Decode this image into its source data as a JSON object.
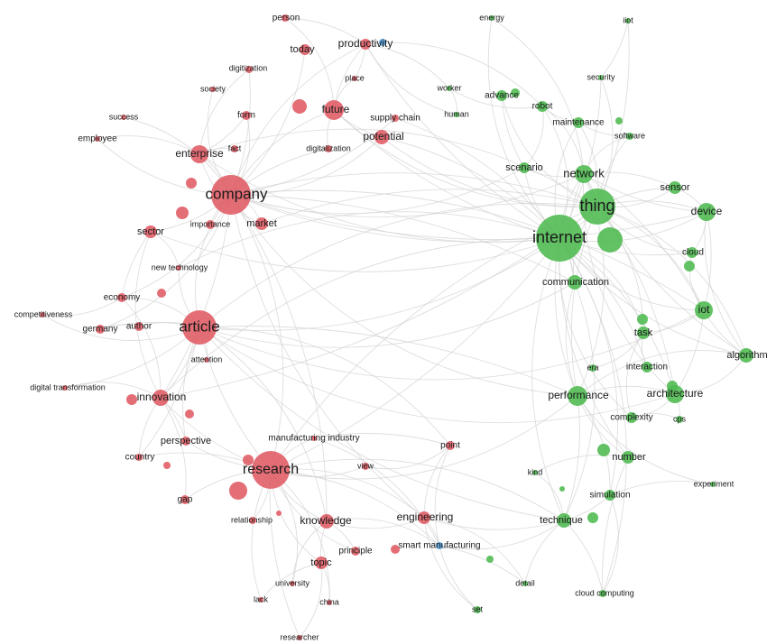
{
  "palette": {
    "cluster1": "#e05a63",
    "cluster2": "#4cba4f",
    "cluster3": "#4f9bd9",
    "edge": "#d3d3d3"
  },
  "nodes": [
    {
      "id": "company",
      "label": "company",
      "cluster": "cluster1",
      "weight": 10
    },
    {
      "id": "article",
      "label": "article",
      "cluster": "cluster1",
      "weight": 8
    },
    {
      "id": "research",
      "label": "research",
      "cluster": "cluster1",
      "weight": 8
    },
    {
      "id": "innovation",
      "label": "innovation",
      "cluster": "cluster1",
      "weight": 4
    },
    {
      "id": "enterprise",
      "label": "enterprise",
      "cluster": "cluster1",
      "weight": 4
    },
    {
      "id": "future",
      "label": "future",
      "cluster": "cluster1",
      "weight": 4
    },
    {
      "id": "potential",
      "label": "potential",
      "cluster": "cluster1",
      "weight": 3
    },
    {
      "id": "knowledge",
      "label": "knowledge",
      "cluster": "cluster1",
      "weight": 3
    },
    {
      "id": "engineering",
      "label": "engineering",
      "cluster": "cluster1",
      "weight": 3
    },
    {
      "id": "productivity",
      "label": "productivity",
      "cluster": "cluster1",
      "weight": 2
    },
    {
      "id": "today",
      "label": "today",
      "cluster": "cluster1",
      "weight": 2
    },
    {
      "id": "person",
      "label": "person",
      "cluster": "cluster1",
      "weight": 1
    },
    {
      "id": "digitization",
      "label": "digitization",
      "cluster": "cluster1",
      "weight": 1
    },
    {
      "id": "society",
      "label": "society",
      "cluster": "cluster1",
      "weight": 1
    },
    {
      "id": "place",
      "label": "place",
      "cluster": "cluster1",
      "weight": 1
    },
    {
      "id": "form",
      "label": "form",
      "cluster": "cluster1",
      "weight": 2
    },
    {
      "id": "success",
      "label": "success",
      "cluster": "cluster1",
      "weight": 1
    },
    {
      "id": "employee",
      "label": "employee",
      "cluster": "cluster1",
      "weight": 1
    },
    {
      "id": "fact",
      "label": "fact",
      "cluster": "cluster1",
      "weight": 1
    },
    {
      "id": "supply_chain",
      "label": "supply chain",
      "cluster": "cluster1",
      "weight": 1
    },
    {
      "id": "digitalization",
      "label": "digitalization",
      "cluster": "cluster1",
      "weight": 1
    },
    {
      "id": "importance",
      "label": "importance",
      "cluster": "cluster1",
      "weight": 2
    },
    {
      "id": "market",
      "label": "market",
      "cluster": "cluster1",
      "weight": 2
    },
    {
      "id": "sector",
      "label": "sector",
      "cluster": "cluster1",
      "weight": 2
    },
    {
      "id": "new_technology",
      "label": "new technology",
      "cluster": "cluster1",
      "weight": 1
    },
    {
      "id": "economy",
      "label": "economy",
      "cluster": "cluster1",
      "weight": 2
    },
    {
      "id": "competitiveness",
      "label": "competitiveness",
      "cluster": "cluster1",
      "weight": 1
    },
    {
      "id": "germany",
      "label": "germany",
      "cluster": "cluster1",
      "weight": 2
    },
    {
      "id": "author",
      "label": "author",
      "cluster": "cluster1",
      "weight": 2
    },
    {
      "id": "attention",
      "label": "attention",
      "cluster": "cluster1",
      "weight": 1
    },
    {
      "id": "digital_transformation",
      "label": "digital transformation",
      "cluster": "cluster1",
      "weight": 1
    },
    {
      "id": "perspective",
      "label": "perspective",
      "cluster": "cluster1",
      "weight": 2
    },
    {
      "id": "country",
      "label": "country",
      "cluster": "cluster1",
      "weight": 1
    },
    {
      "id": "manufacturing_industry",
      "label": "manufacturing industry",
      "cluster": "cluster1",
      "weight": 1
    },
    {
      "id": "point",
      "label": "point",
      "cluster": "cluster1",
      "weight": 1
    },
    {
      "id": "view",
      "label": "view",
      "cluster": "cluster1",
      "weight": 1
    },
    {
      "id": "gap",
      "label": "gap",
      "cluster": "cluster1",
      "weight": 2
    },
    {
      "id": "relationship",
      "label": "relationship",
      "cluster": "cluster1",
      "weight": 1
    },
    {
      "id": "principle",
      "label": "principle",
      "cluster": "cluster1",
      "weight": 2
    },
    {
      "id": "topic",
      "label": "topic",
      "cluster": "cluster1",
      "weight": 2
    },
    {
      "id": "university",
      "label": "university",
      "cluster": "cluster1",
      "weight": 1
    },
    {
      "id": "lack",
      "label": "lack",
      "cluster": "cluster1",
      "weight": 1
    },
    {
      "id": "china",
      "label": "china",
      "cluster": "cluster1",
      "weight": 1
    },
    {
      "id": "researcher",
      "label": "researcher",
      "cluster": "cluster1",
      "weight": 1
    },
    {
      "id": "internet",
      "label": "internet",
      "cluster": "cluster2",
      "weight": 10
    },
    {
      "id": "thing",
      "label": "thing",
      "cluster": "cluster2",
      "weight": 9
    },
    {
      "id": "network",
      "label": "network",
      "cluster": "cluster2",
      "weight": 4
    },
    {
      "id": "device",
      "label": "device",
      "cluster": "cluster2",
      "weight": 3
    },
    {
      "id": "sensor",
      "label": "sensor",
      "cluster": "cluster2",
      "weight": 2
    },
    {
      "id": "iot",
      "label": "iot",
      "cluster": "cluster2",
      "weight": 3
    },
    {
      "id": "communication",
      "label": "communication",
      "cluster": "cluster2",
      "weight": 3
    },
    {
      "id": "performance",
      "label": "performance",
      "cluster": "cluster2",
      "weight": 4
    },
    {
      "id": "architecture",
      "label": "architecture",
      "cluster": "cluster2",
      "weight": 4
    },
    {
      "id": "technique",
      "label": "technique",
      "cluster": "cluster2",
      "weight": 3
    },
    {
      "id": "algorithm",
      "label": "algorithm",
      "cluster": "cluster2",
      "weight": 2
    },
    {
      "id": "task",
      "label": "task",
      "cluster": "cluster2",
      "weight": 2
    },
    {
      "id": "cloud",
      "label": "cloud",
      "cluster": "cluster2",
      "weight": 2
    },
    {
      "id": "scenario",
      "label": "scenario",
      "cluster": "cluster2",
      "weight": 2
    },
    {
      "id": "maintenance",
      "label": "maintenance",
      "cluster": "cluster2",
      "weight": 2
    },
    {
      "id": "robot",
      "label": "robot",
      "cluster": "cluster2",
      "weight": 2
    },
    {
      "id": "advance",
      "label": "advance",
      "cluster": "cluster2",
      "weight": 2
    },
    {
      "id": "worker",
      "label": "worker",
      "cluster": "cluster2",
      "weight": 1
    },
    {
      "id": "human",
      "label": "human",
      "cluster": "cluster2",
      "weight": 1
    },
    {
      "id": "energy",
      "label": "energy",
      "cluster": "cluster2",
      "weight": 1
    },
    {
      "id": "iiot",
      "label": "iiot",
      "cluster": "cluster2",
      "weight": 1
    },
    {
      "id": "security",
      "label": "security",
      "cluster": "cluster2",
      "weight": 1
    },
    {
      "id": "software",
      "label": "software",
      "cluster": "cluster2",
      "weight": 1
    },
    {
      "id": "interaction",
      "label": "interaction",
      "cluster": "cluster2",
      "weight": 2
    },
    {
      "id": "era",
      "label": "era",
      "cluster": "cluster2",
      "weight": 1
    },
    {
      "id": "complexity",
      "label": "complexity",
      "cluster": "cluster2",
      "weight": 2
    },
    {
      "id": "cps",
      "label": "cps",
      "cluster": "cluster2",
      "weight": 1
    },
    {
      "id": "number",
      "label": "number",
      "cluster": "cluster2",
      "weight": 2
    },
    {
      "id": "kind",
      "label": "kind",
      "cluster": "cluster2",
      "weight": 1
    },
    {
      "id": "simulation",
      "label": "simulation",
      "cluster": "cluster2",
      "weight": 2
    },
    {
      "id": "experiment",
      "label": "experiment",
      "cluster": "cluster2",
      "weight": 1
    },
    {
      "id": "cloud_computing",
      "label": "cloud computing",
      "cluster": "cluster2",
      "weight": 1
    },
    {
      "id": "detail",
      "label": "detail",
      "cluster": "cluster2",
      "weight": 1
    },
    {
      "id": "set",
      "label": "set",
      "cluster": "cluster2",
      "weight": 1
    },
    {
      "id": "smart_manufacturing",
      "label": "smart manufacturing",
      "cluster": "cluster3",
      "weight": 1
    }
  ],
  "edges": [
    [
      "company",
      "internet"
    ],
    [
      "company",
      "thing"
    ],
    [
      "company",
      "network"
    ],
    [
      "company",
      "research"
    ],
    [
      "company",
      "article"
    ],
    [
      "company",
      "innovation"
    ],
    [
      "company",
      "enterprise"
    ],
    [
      "company",
      "future"
    ],
    [
      "company",
      "potential"
    ],
    [
      "company",
      "market"
    ],
    [
      "company",
      "importance"
    ],
    [
      "company",
      "sector"
    ],
    [
      "company",
      "today"
    ],
    [
      "company",
      "productivity"
    ],
    [
      "company",
      "form"
    ],
    [
      "company",
      "digitalization"
    ],
    [
      "company",
      "supply_chain"
    ],
    [
      "company",
      "employee"
    ],
    [
      "company",
      "success"
    ],
    [
      "company",
      "society"
    ],
    [
      "company",
      "digitization"
    ],
    [
      "company",
      "knowledge"
    ],
    [
      "company",
      "engineering"
    ],
    [
      "company",
      "economy"
    ],
    [
      "company",
      "performance"
    ],
    [
      "company",
      "communication"
    ],
    [
      "company",
      "device"
    ],
    [
      "company",
      "iot"
    ],
    [
      "company",
      "scenario"
    ],
    [
      "company",
      "germany"
    ],
    [
      "article",
      "research"
    ],
    [
      "article",
      "innovation"
    ],
    [
      "article",
      "internet"
    ],
    [
      "article",
      "thing"
    ],
    [
      "article",
      "architecture"
    ],
    [
      "article",
      "performance"
    ],
    [
      "article",
      "author"
    ],
    [
      "article",
      "attention"
    ],
    [
      "article",
      "economy"
    ],
    [
      "article",
      "competitiveness"
    ],
    [
      "article",
      "germany"
    ],
    [
      "article",
      "digital_transformation"
    ],
    [
      "article",
      "technique"
    ],
    [
      "article",
      "knowledge"
    ],
    [
      "article",
      "iot"
    ],
    [
      "article",
      "country"
    ],
    [
      "article",
      "perspective"
    ],
    [
      "article",
      "new_technology"
    ],
    [
      "article",
      "communication"
    ],
    [
      "article",
      "point"
    ],
    [
      "research",
      "internet"
    ],
    [
      "research",
      "thing"
    ],
    [
      "research",
      "knowledge"
    ],
    [
      "research",
      "engineering"
    ],
    [
      "research",
      "topic"
    ],
    [
      "research",
      "perspective"
    ],
    [
      "research",
      "gap"
    ],
    [
      "research",
      "relationship"
    ],
    [
      "research",
      "principle"
    ],
    [
      "research",
      "university"
    ],
    [
      "research",
      "researcher"
    ],
    [
      "research",
      "manufacturing_industry"
    ],
    [
      "research",
      "view"
    ],
    [
      "research",
      "technique"
    ],
    [
      "research",
      "performance"
    ],
    [
      "research",
      "innovation"
    ],
    [
      "research",
      "country"
    ],
    [
      "research",
      "smart_manufacturing"
    ],
    [
      "research",
      "lack"
    ],
    [
      "research",
      "china"
    ],
    [
      "internet",
      "thing"
    ],
    [
      "internet",
      "network"
    ],
    [
      "internet",
      "device"
    ],
    [
      "internet",
      "sensor"
    ],
    [
      "internet",
      "iot"
    ],
    [
      "internet",
      "communication"
    ],
    [
      "internet",
      "performance"
    ],
    [
      "internet",
      "architecture"
    ],
    [
      "internet",
      "technique"
    ],
    [
      "internet",
      "task"
    ],
    [
      "internet",
      "cloud"
    ],
    [
      "internet",
      "scenario"
    ],
    [
      "internet",
      "algorithm"
    ],
    [
      "internet",
      "maintenance"
    ],
    [
      "internet",
      "robot"
    ],
    [
      "internet",
      "future"
    ],
    [
      "internet",
      "potential"
    ],
    [
      "internet",
      "enterprise"
    ],
    [
      "internet",
      "innovation"
    ],
    [
      "internet",
      "energy"
    ],
    [
      "internet",
      "security"
    ],
    [
      "internet",
      "interaction"
    ],
    [
      "internet",
      "number"
    ],
    [
      "internet",
      "simulation"
    ],
    [
      "internet",
      "complexity"
    ],
    [
      "internet",
      "productivity"
    ],
    [
      "internet",
      "supply_chain"
    ],
    [
      "internet",
      "sector"
    ],
    [
      "internet",
      "new_technology"
    ],
    [
      "internet",
      "cloud_computing"
    ],
    [
      "thing",
      "network"
    ],
    [
      "thing",
      "device"
    ],
    [
      "thing",
      "sensor"
    ],
    [
      "thing",
      "iot"
    ],
    [
      "thing",
      "communication"
    ],
    [
      "thing",
      "architecture"
    ],
    [
      "thing",
      "performance"
    ],
    [
      "thing",
      "task"
    ],
    [
      "thing",
      "cloud"
    ],
    [
      "thing",
      "algorithm"
    ],
    [
      "thing",
      "iiot"
    ],
    [
      "thing",
      "software"
    ],
    [
      "thing",
      "maintenance"
    ],
    [
      "thing",
      "future"
    ],
    [
      "thing",
      "enterprise"
    ],
    [
      "thing",
      "innovation"
    ],
    [
      "thing",
      "market"
    ],
    [
      "thing",
      "potential"
    ],
    [
      "thing",
      "security"
    ],
    [
      "thing",
      "advance"
    ],
    [
      "network",
      "device"
    ],
    [
      "network",
      "sensor"
    ],
    [
      "network",
      "communication"
    ],
    [
      "network",
      "performance"
    ],
    [
      "network",
      "architecture"
    ],
    [
      "network",
      "iot"
    ],
    [
      "network",
      "algorithm"
    ],
    [
      "network",
      "scenario"
    ],
    [
      "network",
      "robot"
    ],
    [
      "network",
      "software"
    ],
    [
      "architecture",
      "iot"
    ],
    [
      "architecture",
      "cps"
    ],
    [
      "architecture",
      "performance"
    ],
    [
      "architecture",
      "complexity"
    ],
    [
      "architecture",
      "algorithm"
    ],
    [
      "performance",
      "technique"
    ],
    [
      "performance",
      "number"
    ],
    [
      "performance",
      "simulation"
    ],
    [
      "performance",
      "experiment"
    ],
    [
      "performance",
      "algorithm"
    ],
    [
      "technique",
      "simulation"
    ],
    [
      "technique",
      "cloud_computing"
    ],
    [
      "technique",
      "detail"
    ],
    [
      "technique",
      "smart_manufacturing"
    ],
    [
      "technique",
      "kind"
    ],
    [
      "device",
      "iot"
    ],
    [
      "device",
      "sensor"
    ],
    [
      "device",
      "cloud"
    ],
    [
      "device",
      "algorithm"
    ],
    [
      "iot",
      "cloud"
    ],
    [
      "iot",
      "algorithm"
    ],
    [
      "iot",
      "task"
    ],
    [
      "task",
      "interaction"
    ],
    [
      "task",
      "era"
    ],
    [
      "task",
      "complexity"
    ],
    [
      "innovation",
      "perspective"
    ],
    [
      "innovation",
      "country"
    ],
    [
      "innovation",
      "gap"
    ],
    [
      "innovation",
      "economy"
    ],
    [
      "innovation",
      "sector"
    ],
    [
      "knowledge",
      "topic"
    ],
    [
      "knowledge",
      "principle"
    ],
    [
      "knowledge",
      "engineering"
    ],
    [
      "knowledge",
      "smart_manufacturing"
    ],
    [
      "knowledge",
      "university"
    ],
    [
      "engineering",
      "smart_manufacturing"
    ],
    [
      "engineering",
      "technique"
    ],
    [
      "engineering",
      "point"
    ],
    [
      "engineering",
      "set"
    ],
    [
      "engineering",
      "detail"
    ],
    [
      "future",
      "potential"
    ],
    [
      "future",
      "productivity"
    ],
    [
      "future",
      "digitalization"
    ],
    [
      "future",
      "place"
    ],
    [
      "future",
      "person"
    ],
    [
      "productivity",
      "place"
    ],
    [
      "productivity",
      "person"
    ],
    [
      "productivity",
      "worker"
    ],
    [
      "productivity",
      "human"
    ],
    [
      "productivity",
      "robot"
    ],
    [
      "enterprise",
      "form"
    ],
    [
      "enterprise",
      "fact"
    ],
    [
      "enterprise",
      "employee"
    ],
    [
      "enterprise",
      "digitization"
    ],
    [
      "enterprise",
      "market"
    ],
    [
      "smart_manufacturing",
      "detail"
    ],
    [
      "smart_manufacturing",
      "set"
    ],
    [
      "smart_manufacturing",
      "point"
    ],
    [
      "smart_manufacturing",
      "manufacturing_industry"
    ],
    [
      "point",
      "view"
    ],
    [
      "point",
      "manufacturing_industry"
    ],
    [
      "topic",
      "china"
    ],
    [
      "topic",
      "lack"
    ],
    [
      "topic",
      "researcher"
    ],
    [
      "scenario",
      "robot"
    ],
    [
      "scenario",
      "advance"
    ],
    [
      "robot",
      "maintenance"
    ],
    [
      "robot",
      "worker"
    ],
    [
      "human",
      "worker"
    ],
    [
      "energy",
      "network"
    ],
    [
      "security",
      "iiot"
    ],
    [
      "software",
      "maintenance"
    ],
    [
      "communication",
      "performance"
    ],
    [
      "communication",
      "technique"
    ],
    [
      "cloud_computing",
      "simulation"
    ],
    [
      "cloud_computing",
      "number"
    ],
    [
      "experiment",
      "simulation"
    ],
    [
      "kind",
      "number"
    ],
    [
      "cps",
      "complexity"
    ],
    [
      "sector",
      "new_technology"
    ],
    [
      "sector",
      "economy"
    ],
    [
      "germany",
      "author"
    ],
    [
      "competitiveness",
      "economy"
    ],
    [
      "digital_transformation",
      "innovation"
    ]
  ]
}
